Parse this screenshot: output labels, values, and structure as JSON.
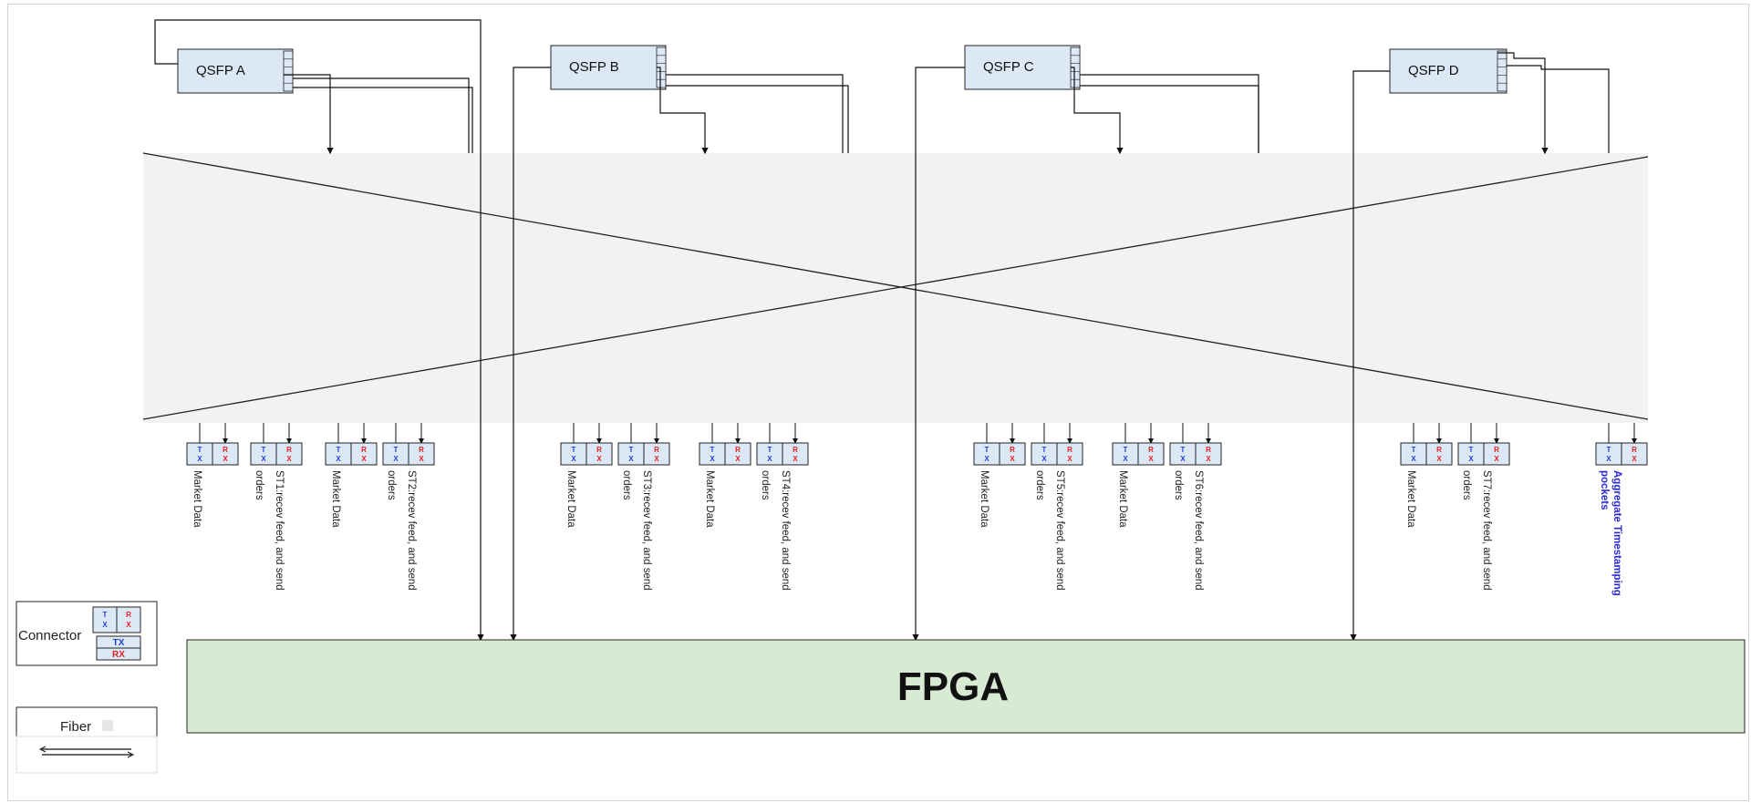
{
  "qsfps": [
    {
      "id": "a",
      "label": "QSFP A"
    },
    {
      "id": "b",
      "label": "QSFP B"
    },
    {
      "id": "c",
      "label": "QSFP C"
    },
    {
      "id": "d",
      "label": "QSFP D"
    }
  ],
  "connector_labels": {
    "tx": "T\nX",
    "rx": "R\nX"
  },
  "strategies": [
    {
      "id": "st1",
      "market": "Market Data",
      "orders": "orders",
      "desc": "ST1:recev feed, and send"
    },
    {
      "id": "st2",
      "market": "Market Data",
      "orders": "orders",
      "desc": "ST2:recev feed, and send"
    },
    {
      "id": "st3",
      "market": "Market Data",
      "orders": "orders",
      "desc": "ST3:recev feed, and send"
    },
    {
      "id": "st4",
      "market": "Market Data",
      "orders": "orders",
      "desc": "ST4:recev feed, and send"
    },
    {
      "id": "st5",
      "market": "Market Data",
      "orders": "orders",
      "desc": "ST5:recev feed, and send"
    },
    {
      "id": "st6",
      "market": "Market Data",
      "orders": "orders",
      "desc": "ST6:recev feed, and send"
    },
    {
      "id": "st7",
      "market": "Market Data",
      "orders": "orders",
      "desc": "ST7:recev feed, and send"
    }
  ],
  "aggregate": {
    "line1": "Aggregate Timestamping",
    "line2": "pockets"
  },
  "fpga": {
    "label": "FPGA"
  },
  "legend": {
    "connector_label": "Connector",
    "tx_label": "TX",
    "rx_label": "RX",
    "fiber_label": "Fiber"
  },
  "colors": {
    "tx": "#1f3fd0",
    "rx": "#e02020",
    "qsfp_fill": "#dce8f6",
    "fpga_fill": "#d9ead3",
    "crossbar_fill": "#f2f2f2",
    "accent": "#2b2bd6"
  }
}
